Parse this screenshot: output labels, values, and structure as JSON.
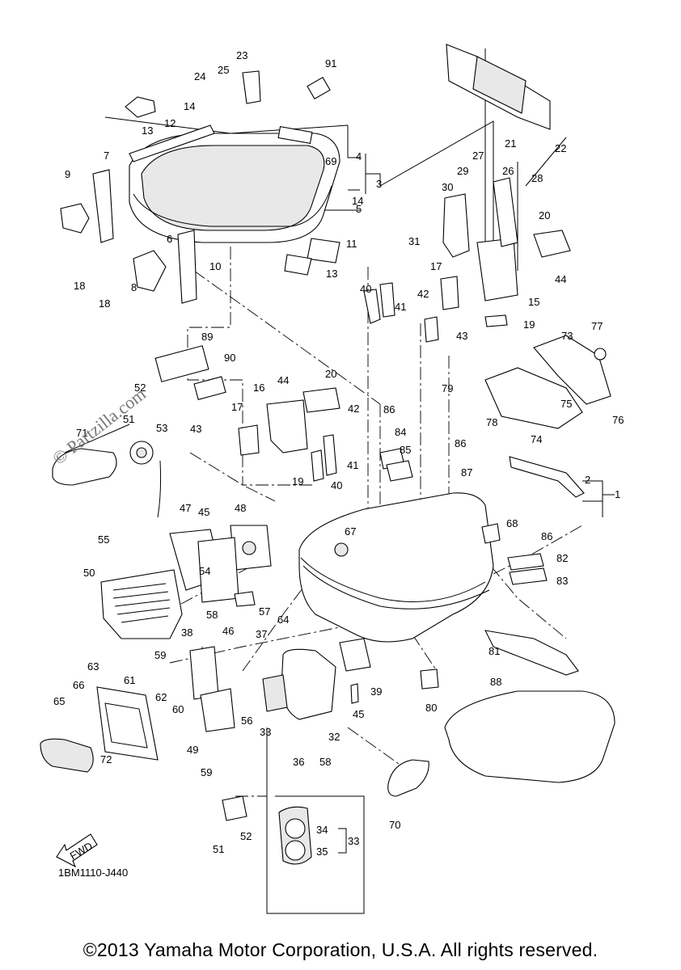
{
  "callouts": [
    "1",
    "2",
    "3",
    "4",
    "5",
    "6",
    "7",
    "8",
    "9",
    "10",
    "11",
    "12",
    "13",
    "14",
    "15",
    "16",
    "17",
    "18",
    "19",
    "20",
    "21",
    "22",
    "23",
    "24",
    "25",
    "26",
    "27",
    "28",
    "29",
    "30",
    "31",
    "32",
    "33",
    "34",
    "35",
    "36",
    "37",
    "38",
    "39",
    "40",
    "41",
    "42",
    "43",
    "44",
    "45",
    "46",
    "47",
    "48",
    "49",
    "50",
    "51",
    "52",
    "53",
    "54",
    "55",
    "56",
    "57",
    "58",
    "59",
    "60",
    "61",
    "62",
    "63",
    "64",
    "65",
    "66",
    "67",
    "68",
    "69",
    "70",
    "71",
    "72",
    "73",
    "74",
    "75",
    "76",
    "77",
    "78",
    "79",
    "80",
    "81",
    "82",
    "83",
    "84",
    "85",
    "86",
    "87",
    "88",
    "89",
    "90",
    "91"
  ],
  "fwd_label": "FWD",
  "catalog_code": "1BM1110-J440",
  "watermark": "© Partzilla.com",
  "copyright": "©2013 Yamaha Motor Corporation, U.S.A. All rights reserved."
}
